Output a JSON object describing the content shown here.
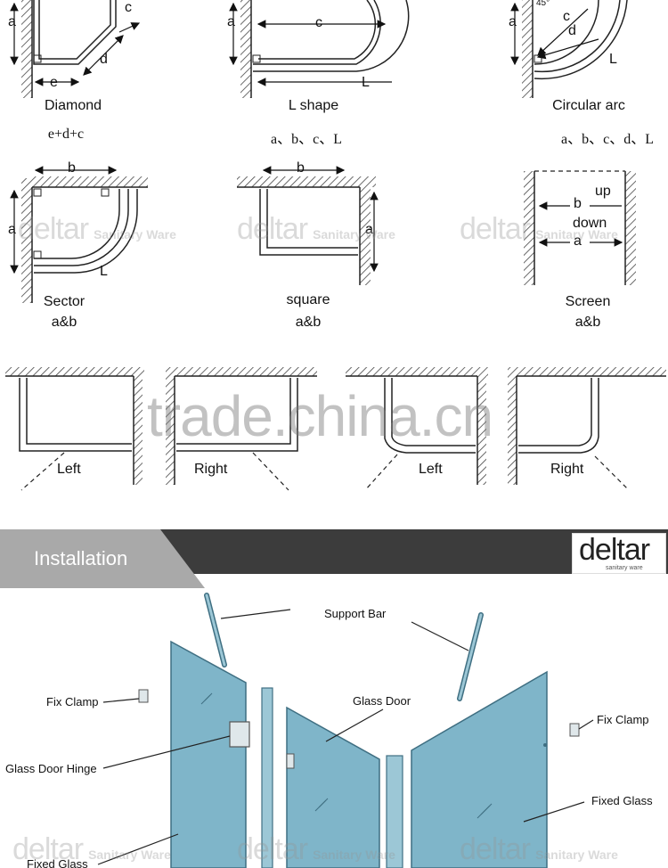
{
  "shapes": {
    "diamond": {
      "title": "Diamond",
      "formula": "e+d+c",
      "dims": [
        "a",
        "c",
        "d",
        "e"
      ]
    },
    "lshape": {
      "title": "L shape",
      "formula": "a、b、c、L",
      "dims": [
        "a",
        "c",
        "L"
      ]
    },
    "circular": {
      "title": "Circular arc",
      "formula": "a、b、c、d、L",
      "dims": [
        "a",
        "c",
        "d",
        "L"
      ],
      "angle": "45°"
    },
    "sector": {
      "title": "Sector",
      "formula": "a&b",
      "dims": [
        "a",
        "b",
        "L"
      ]
    },
    "square": {
      "title": "square",
      "formula": "a&b",
      "dims": [
        "a",
        "b"
      ]
    },
    "screen": {
      "title": "Screen",
      "formula": "a&b",
      "dims": [
        "b",
        "a"
      ],
      "up": "up",
      "down": "down"
    }
  },
  "orientation": [
    "Left",
    "Right",
    "Left",
    "Right"
  ],
  "watermarks": {
    "brand": "deltar",
    "sub": "Sanitary Ware",
    "site": "trade.china.cn"
  },
  "installation": {
    "title": "Installation",
    "logo": "deltar",
    "logo_sub": "sanitary ware",
    "labels": {
      "support_bar": "Support Bar",
      "fix_clamp_left": "Fix Clamp",
      "fix_clamp_right": "Fix Clamp",
      "glass_door": "Glass Door",
      "glass_door_hinge": "Glass Door Hinge",
      "fixed_glass_right": "Fixed Glass",
      "fixed_glass_left": "Fixed Glass"
    }
  },
  "colors": {
    "glass": "#7fb5c9",
    "glass_edge": "#3f6f82",
    "banner_dark": "#3c3c3c",
    "banner_light": "#a9a9a9"
  }
}
